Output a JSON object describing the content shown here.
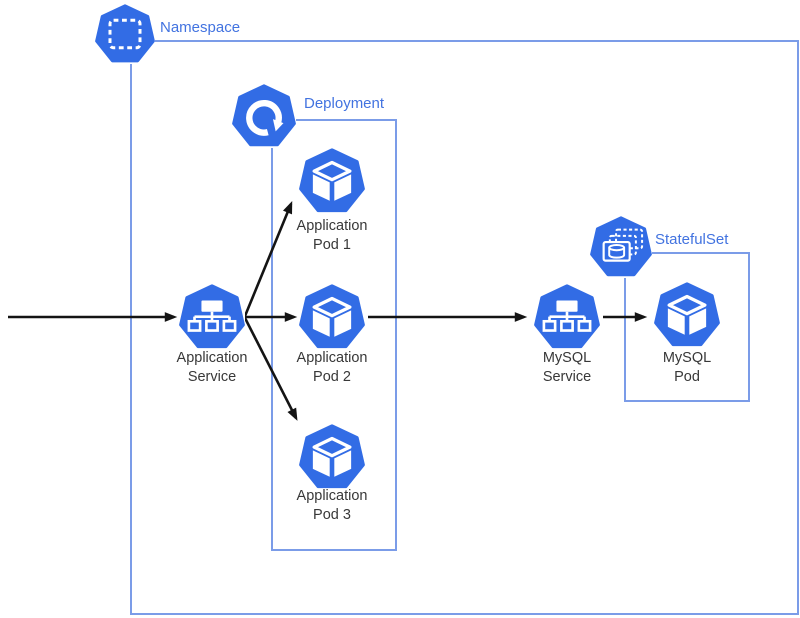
{
  "colors": {
    "k8s_blue": "#326CE5",
    "boundary_blue": "#7B9CE8",
    "group_label_blue": "#4273E0",
    "text_dark": "#383838",
    "arrow_black": "#141414",
    "canvas_bg": "#FFFFFF"
  },
  "groups": {
    "namespace": {
      "label": "Namespace",
      "icon": "namespace-icon"
    },
    "deployment": {
      "label": "Deployment",
      "icon": "deployment-icon"
    },
    "statefulset": {
      "label": "StatefulSet",
      "icon": "statefulset-icon"
    }
  },
  "nodes": {
    "app_service": {
      "line1": "Application",
      "line2": "Service",
      "icon": "service-icon",
      "group": "namespace"
    },
    "app_pod_1": {
      "line1": "Application",
      "line2": "Pod 1",
      "icon": "pod-icon",
      "group": "deployment"
    },
    "app_pod_2": {
      "line1": "Application",
      "line2": "Pod 2",
      "icon": "pod-icon",
      "group": "deployment"
    },
    "app_pod_3": {
      "line1": "Application",
      "line2": "Pod 3",
      "icon": "pod-icon",
      "group": "deployment"
    },
    "mysql_service": {
      "line1": "MySQL",
      "line2": "Service",
      "icon": "service-icon",
      "group": "namespace"
    },
    "mysql_pod": {
      "line1": "MySQL",
      "line2": "Pod",
      "icon": "pod-icon",
      "group": "statefulset"
    }
  },
  "edges": [
    {
      "from": "external-traffic",
      "to": "app_service"
    },
    {
      "from": "app_service",
      "to": "app_pod_1"
    },
    {
      "from": "app_service",
      "to": "app_pod_2"
    },
    {
      "from": "app_service",
      "to": "app_pod_3"
    },
    {
      "from": "app_pod_2",
      "to": "mysql_service"
    },
    {
      "from": "mysql_service",
      "to": "mysql_pod"
    }
  ]
}
